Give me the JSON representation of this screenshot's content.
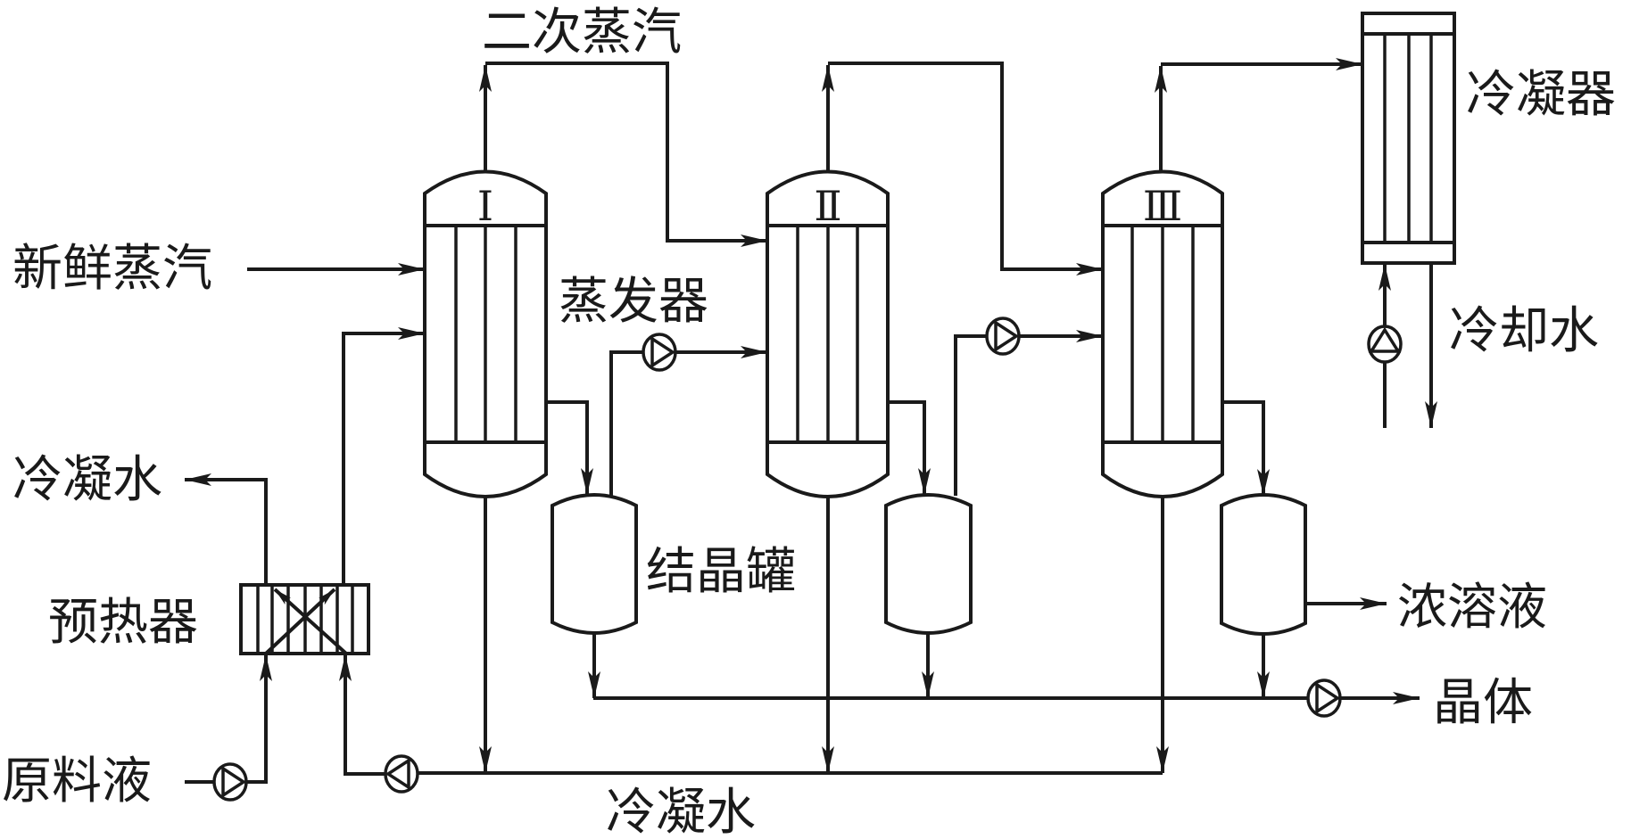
{
  "title": "三效蒸发结晶工艺流程",
  "labels": {
    "fresh_steam": "新鲜蒸汽",
    "secondary_steam": "二次蒸汽",
    "evaporator": "蒸发器",
    "crystallizer": "结晶罐",
    "condenser": "冷凝器",
    "cooling_water": "冷却水",
    "condensate_left": "冷凝水",
    "condensate_bottom": "冷凝水",
    "preheater": "预热器",
    "feed": "原料液",
    "concentrate": "浓溶液",
    "crystals": "晶体"
  },
  "evaporators": [
    {
      "id": "I",
      "numeral": "Ⅰ"
    },
    {
      "id": "II",
      "numeral": "Ⅱ"
    },
    {
      "id": "III",
      "numeral": "Ⅲ"
    }
  ],
  "colors": {
    "line": "#1a1a1a",
    "background": "#ffffff"
  }
}
